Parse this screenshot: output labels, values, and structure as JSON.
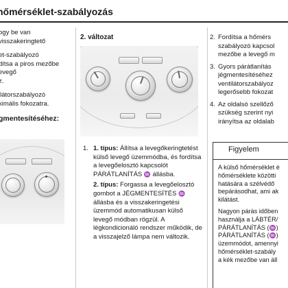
{
  "header": {
    "title": "hőmérséklet-szabályozás"
  },
  "left_column": {
    "lines": [
      "ogy be van",
      "visszakeringtető",
      "",
      "et-szabályozó",
      "dítsa a piros mezőbe",
      "evegő",
      "z.",
      "",
      "ilátorszabályozó",
      "ximális fokozatra."
    ],
    "subheading": "gmentesítéséhez:"
  },
  "middle_column": {
    "variant_heading": "2. változat",
    "steps": [
      {
        "num": "1.",
        "type_label": "1. típus:",
        "text_a": " Állítsa a levegőkeringtetést külső levegő üzemmódba, és fordítsa a levegőelosztó kapcsolót PÁRÁTLANÍTÁS ",
        "icon": "defrost-icon",
        "text_b": " állásba."
      },
      {
        "num": "",
        "type_label": "2. típus:",
        "text_a": " Forgassa a levegőelosztó gombot a JÉGMENTESÍTÉS ",
        "icon": "defrost-icon",
        "text_b": " állásba és a visszakeringetési üzemmód automatikusan külső levegő módban rögzül. A légkondicionáló rendszer működik, de a visszajelző lámpa nem változik."
      }
    ]
  },
  "right_column": {
    "items": [
      {
        "num": "2.",
        "lines": [
          "Fordítsa a hőmérs",
          "szabályozó kapcsol",
          "mezőbe a levegő m"
        ]
      },
      {
        "num": "3.",
        "lines": [
          "Gyors párátlanítás",
          "jégmentesítéséhez",
          "ventilátorszabályoz",
          "legerősebb fokozat"
        ]
      },
      {
        "num": "4.",
        "lines": [
          "Az oldalsó szellőző",
          "szükség szerint nyi",
          "irányítsa az oldalab"
        ]
      }
    ]
  },
  "warning": {
    "title": "Figyelem",
    "para1": [
      "A külső hőmérséklet é",
      "hőmérséklete közötti",
      "hatására a szélvédő",
      "bepárásodhat, ami ak",
      "kilátást."
    ],
    "para2_a": [
      "Nagyon párás időben",
      "használja a LÁBTÉR/"
    ],
    "para2_b1": "PÁRÁTLANÍTÁS (",
    "para2_b2": ")",
    "para2_c1": "PÁRÁTLANÍTÁS (",
    "para2_c2": ")",
    "para2_d": [
      "üzemmódot, amennyi",
      "hőmérséklet-szabály",
      "a kék mezőbe van áll"
    ]
  },
  "colors": {
    "text": "#1a1a1a",
    "rule": "#222222",
    "divider": "#c8c8c8",
    "photo_bg": "#ebebeb"
  }
}
